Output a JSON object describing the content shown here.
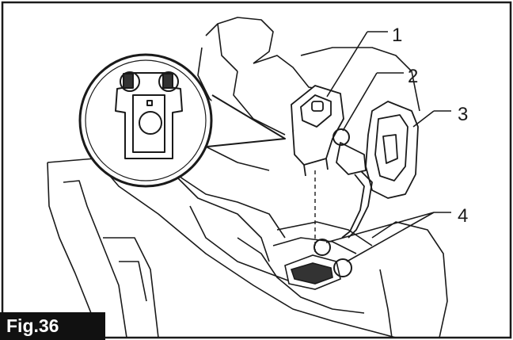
{
  "figure": {
    "label": "Fig.36",
    "callouts": [
      "1",
      "2",
      "3",
      "4"
    ]
  },
  "colors": {
    "ink": "#1a1a1a",
    "paper": "#ffffff",
    "label_bg": "#111111",
    "label_text": "#ffffff"
  }
}
